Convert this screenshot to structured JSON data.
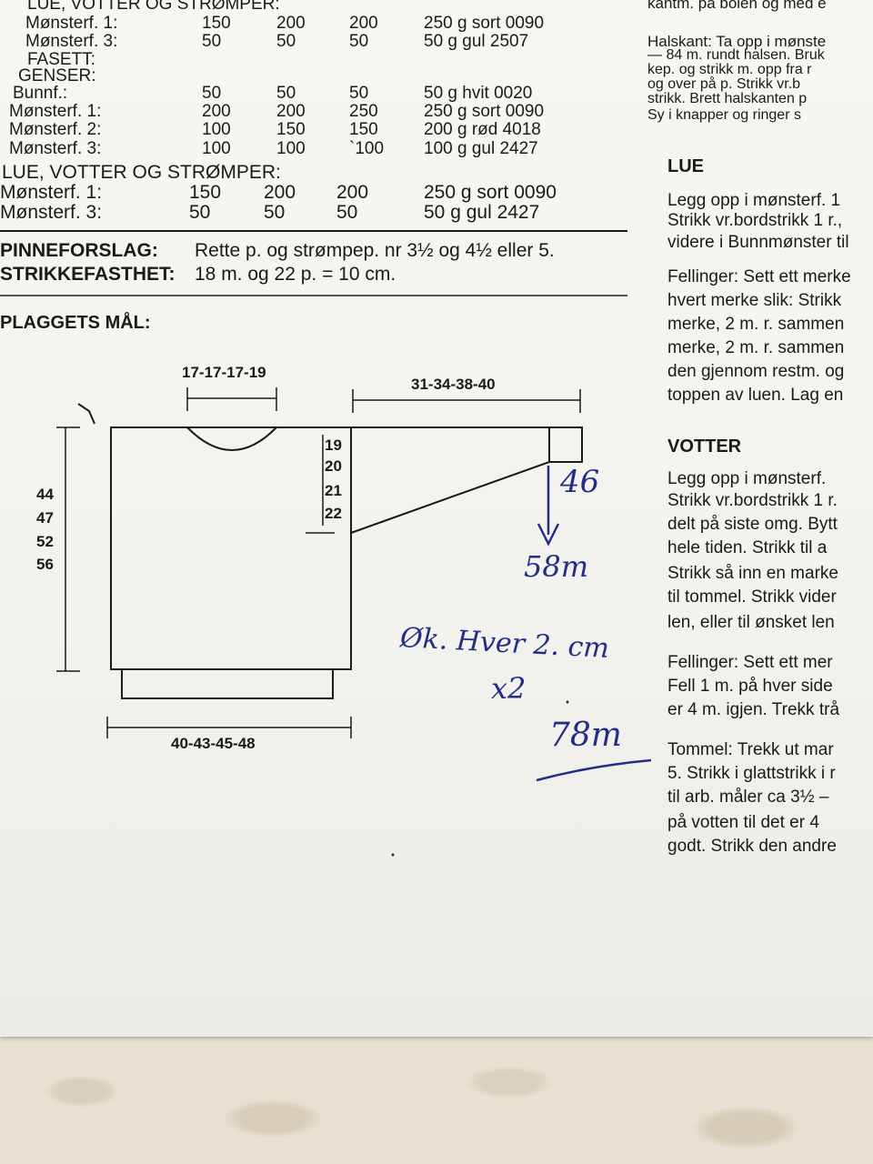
{
  "table": {
    "rows": [
      {
        "label": "LUE, VOTTER OG STRØMPER:",
        "vals": [
          "",
          "",
          "",
          ""
        ]
      },
      {
        "label": "Mønsterf. 1:",
        "vals": [
          "150",
          "200",
          "200",
          "250 g sort 0090"
        ]
      },
      {
        "label": "Mønsterf. 3:",
        "vals": [
          "50",
          "50",
          "50",
          "50 g gul 2507"
        ]
      },
      {
        "label": "FASETT:",
        "vals": [
          "",
          "",
          "",
          ""
        ]
      },
      {
        "label": "GENSER:",
        "vals": [
          "",
          "",
          "",
          ""
        ]
      },
      {
        "label": "Bunnf.:",
        "vals": [
          "50",
          "50",
          "50",
          "50 g hvit 0020"
        ]
      },
      {
        "label": "Mønsterf. 1:",
        "vals": [
          "200",
          "200",
          "250",
          "250 g sort 0090"
        ]
      },
      {
        "label": "Mønsterf. 2:",
        "vals": [
          "100",
          "150",
          "150",
          "200 g rød 4018"
        ]
      },
      {
        "label": "Mønsterf. 3:",
        "vals": [
          "100",
          "100",
          "`100",
          "100 g gul 2427"
        ]
      },
      {
        "label": "LUE, VOTTER OG STRØMPER:",
        "vals": [
          "",
          "",
          "",
          ""
        ]
      },
      {
        "label": "Mønsterf. 1:",
        "vals": [
          "150",
          "200",
          "200",
          "250 g sort 0090"
        ]
      },
      {
        "label": "Mønsterf. 3:",
        "vals": [
          "50",
          "50",
          "50",
          "50 g gul 2427"
        ]
      }
    ]
  },
  "needles": {
    "label": "PINNEFORSLAG:",
    "text": "Rette p. og strømpep. nr 3½ og 4½ eller 5."
  },
  "gauge": {
    "label": "STRIKKEFASTHET:",
    "text": "18 m. og 22 p. = 10 cm."
  },
  "measure_title": "PLAGGETS MÅL:",
  "diagram": {
    "neck_width": "17-17-17-19",
    "sleeve_length": "31-34-38-40",
    "body_length": [
      "44",
      "47",
      "52",
      "56"
    ],
    "armhole": [
      "19",
      "20",
      "21",
      "22"
    ],
    "body_width": "40-43-45-48"
  },
  "handwriting": {
    "stitches_top": "46",
    "stitches_bottom": "58m",
    "increase": "Øk. Hver 2. cm",
    "times": "x2",
    "total": "78m"
  },
  "right_column": [
    {
      "text": "kantm. på bolen og med e",
      "bold": false,
      "size": "s"
    },
    {
      "text": "Halskant: Ta opp i mønste",
      "bold": false,
      "size": "s"
    },
    {
      "text": "— 84 m. rundt halsen. Bruk",
      "bold": false,
      "size": "xs"
    },
    {
      "text": "kep. og strikk m. opp fra r",
      "bold": false,
      "size": "xs"
    },
    {
      "text": "og over på p. Strikk vr.b",
      "bold": false,
      "size": "xs"
    },
    {
      "text": "strikk. Brett halskanten p",
      "bold": false,
      "size": "xs"
    },
    {
      "text": "Sy i knapper og ringer s",
      "bold": false,
      "size": "xs"
    },
    {
      "text": "LUE",
      "bold": true,
      "size": "h"
    },
    {
      "text": "Legg opp i mønsterf. 1",
      "bold": false,
      "size": "m"
    },
    {
      "text": "Strikk vr.bordstrikk 1 r.,",
      "bold": false,
      "size": "m"
    },
    {
      "text": "videre i Bunnmønster til",
      "bold": false,
      "size": "m"
    },
    {
      "text": "Fellinger: Sett ett merke",
      "bold": false,
      "size": "m"
    },
    {
      "text": "hvert merke slik: Strikk",
      "bold": false,
      "size": "m"
    },
    {
      "text": "merke, 2 m. r. sammen",
      "bold": false,
      "size": "m"
    },
    {
      "text": "merke, 2 m. r. sammen",
      "bold": false,
      "size": "m"
    },
    {
      "text": "den gjennom restm. og",
      "bold": false,
      "size": "m"
    },
    {
      "text": "toppen av luen. Lag en",
      "bold": false,
      "size": "m"
    },
    {
      "text": "VOTTER",
      "bold": true,
      "size": "h"
    },
    {
      "text": "Legg opp i mønsterf.",
      "bold": false,
      "size": "m"
    },
    {
      "text": "Strikk vr.bordstrikk 1 r.",
      "bold": false,
      "size": "m"
    },
    {
      "text": "delt på siste omg. Bytt",
      "bold": false,
      "size": "m"
    },
    {
      "text": "hele tiden. Strikk til a",
      "bold": false,
      "size": "m"
    },
    {
      "text": "Strikk så inn en marke",
      "bold": false,
      "size": "m"
    },
    {
      "text": "til tommel. Strikk vider",
      "bold": false,
      "size": "m"
    },
    {
      "text": "len, eller til ønsket len",
      "bold": false,
      "size": "m"
    },
    {
      "text": "Fellinger: Sett ett mer",
      "bold": false,
      "size": "m"
    },
    {
      "text": "Fell 1 m. på hver side",
      "bold": false,
      "size": "m"
    },
    {
      "text": "er 4 m. igjen. Trekk trå",
      "bold": false,
      "size": "m"
    },
    {
      "text": "Tommel: Trekk ut mar",
      "bold": false,
      "size": "m"
    },
    {
      "text": "5. Strikk i glattstrikk i r",
      "bold": false,
      "size": "m"
    },
    {
      "text": "til arb. måler ca 3½ –",
      "bold": false,
      "size": "m"
    },
    {
      "text": "på votten til det er 4",
      "bold": false,
      "size": "m"
    },
    {
      "text": "godt. Strikk den andre",
      "bold": false,
      "size": "m"
    }
  ],
  "colors": {
    "ink": "#1a1a1a",
    "pen": "#232d86",
    "paper": "#f5f4f0"
  }
}
